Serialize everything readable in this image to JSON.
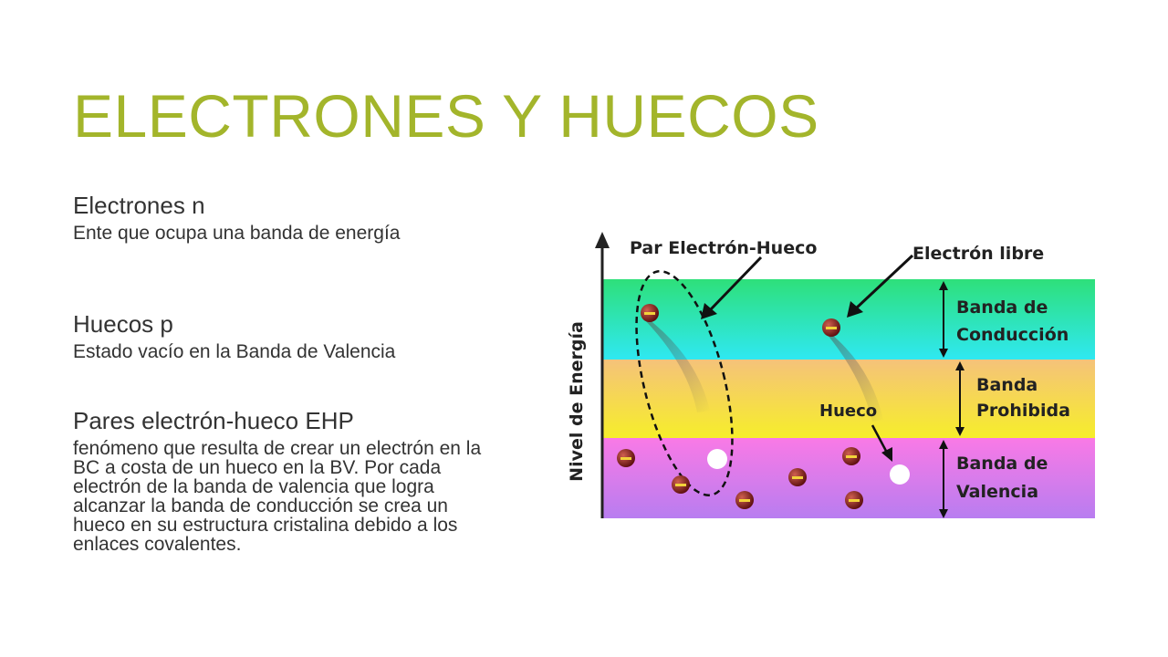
{
  "slide": {
    "title": "ELECTRONES Y HUECOS",
    "sections": [
      {
        "heading": "Electrones n",
        "text": "Ente que ocupa una banda de energía"
      },
      {
        "heading": "Huecos p",
        "text": "Estado vacío en la Banda de Valencia"
      },
      {
        "heading": "Pares electrón-hueco EHP",
        "text": "fenómeno que resulta de crear un electrón en la BC a costa de un hueco en la BV. Por cada electrón de la banda de valencia que logra alcanzar la banda de conducción se crea un hueco en su estructura cristalina debido a los enlaces covalentes."
      }
    ]
  },
  "diagram": {
    "axis_label": "Nivel de Energía",
    "pair_label": "Par Electrón-Hueco",
    "free_electron_label": "Electrón libre",
    "hole_label": "Hueco",
    "conduction_band": [
      "Banda de",
      "Conducción"
    ],
    "forbidden_band": [
      "Banda",
      "Prohibida"
    ],
    "valence_band": [
      "Banda de",
      "Valencia"
    ],
    "colors": {
      "title": "#a3b52b",
      "conduction_top": "#2ee07a",
      "conduction_bottom": "#2fe8f2",
      "forbidden_top": "#f5c27a",
      "forbidden_bottom": "#f6ee2a",
      "valence_top": "#f97ae6",
      "valence_bottom": "#b87df0",
      "electron": "#8b1a1a"
    }
  }
}
